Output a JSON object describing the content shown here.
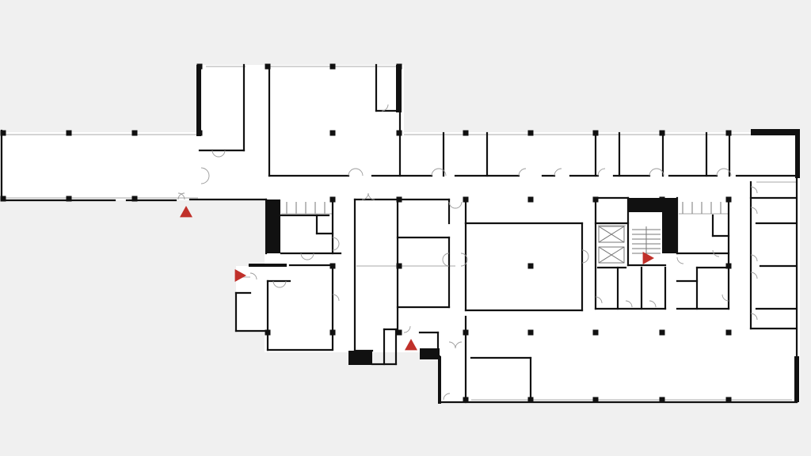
{
  "floorplan": {
    "background_color": "#f0f0f0",
    "floor_color": "#ffffff",
    "wall_color": "#111111",
    "thin_wall_color": "#bbbbbb",
    "marker_color": "#c0302a",
    "markers": [
      {
        "name": "entrance-marker-west",
        "icon": "triangle-up-icon"
      },
      {
        "name": "entrance-marker-southwest",
        "icon": "triangle-right-icon"
      },
      {
        "name": "entrance-marker-south",
        "icon": "triangle-up-icon"
      },
      {
        "name": "entrance-marker-core",
        "icon": "triangle-right-icon"
      }
    ]
  }
}
